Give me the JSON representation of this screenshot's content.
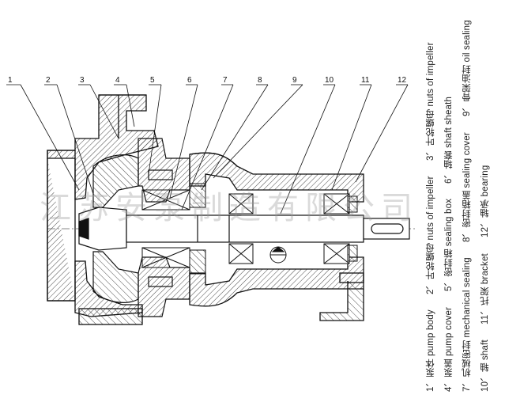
{
  "callouts": [
    "1",
    "2",
    "3",
    "4",
    "5",
    "6",
    "7",
    "8",
    "9",
    "10",
    "11",
    "12"
  ],
  "legend": {
    "col1": {
      "a": "1、泵体 pump body",
      "b": "2、叶轮螺母 nuts of impeller",
      "c": "3、叶轮螺母 nuts of impeller"
    },
    "col2": {
      "a": "4、泵盖 pump cover",
      "b": "5、密封箱 sealing box",
      "c": "6、轴套 shaft sheath"
    },
    "col3": {
      "a": "7、机械密封 mechanical sealing",
      "b": "8、密封箱盖 sealing cover",
      "c": "9、骨架油封 oil sealing"
    },
    "col4": {
      "a": "10、轴 shaft",
      "b": "11、托架 bracket",
      "c": "12、轴承 bearing"
    }
  },
  "watermark": "江苏安泵制造有限公司",
  "colors": {
    "line": "#111111",
    "hatch": "#333333"
  }
}
